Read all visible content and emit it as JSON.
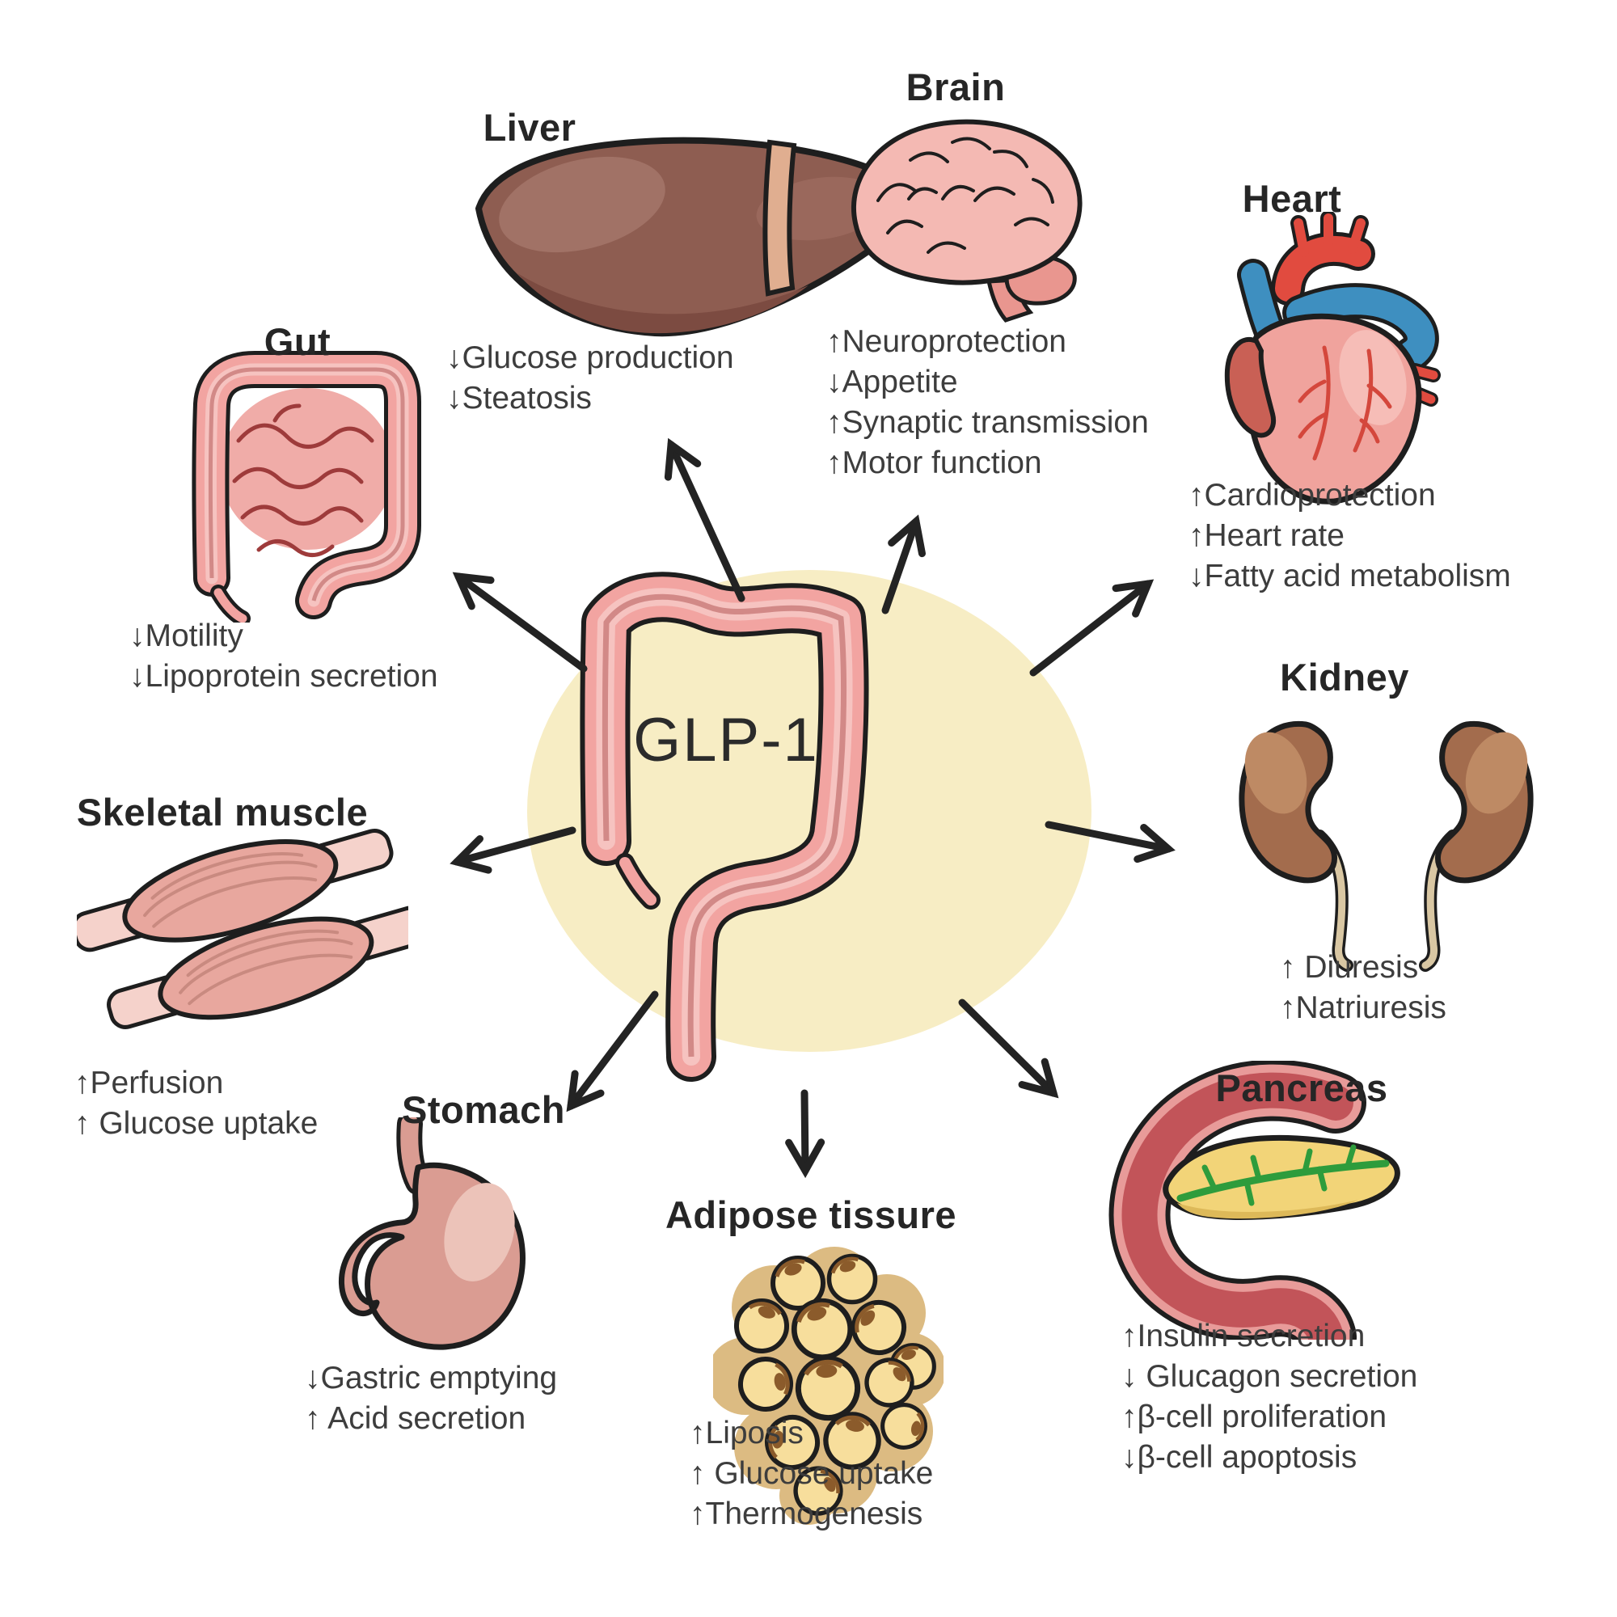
{
  "diagram": {
    "center_label": "GLP-1",
    "colors": {
      "halo": "#F7EDC4",
      "arrow": "#232323",
      "intestine_pink": "#F2A4A1",
      "title_text": "#262626",
      "body_text": "#3D3D3D"
    },
    "organs": [
      {
        "id": "liver",
        "title": "Liver",
        "effects": [
          "↓Glucose production",
          "↓Steatosis"
        ]
      },
      {
        "id": "brain",
        "title": "Brain",
        "effects": [
          "↑Neuroprotection",
          "↓Appetite",
          "↑Synaptic transmission",
          "↑Motor function"
        ]
      },
      {
        "id": "heart",
        "title": "Heart",
        "effects": [
          "↑Cardioprotection",
          "↑Heart rate",
          "↓Fatty acid metabolism"
        ]
      },
      {
        "id": "kidney",
        "title": "Kidney",
        "effects": [
          "↑ Diuresis",
          "↑Natriuresis"
        ]
      },
      {
        "id": "pancreas",
        "title": "Pancreas",
        "effects": [
          "↑Insulin secretion",
          "↓ Glucagon secretion",
          "↑β-cell proliferation",
          "↓β-cell apoptosis"
        ]
      },
      {
        "id": "adipose",
        "title": "Adipose tissure",
        "effects": [
          "↑Liposis",
          "↑ Glucose uptake",
          "↑Thermogenesis"
        ]
      },
      {
        "id": "stomach",
        "title": "Stomach",
        "effects": [
          "↓Gastric emptying",
          "↑ Acid secretion"
        ]
      },
      {
        "id": "muscle",
        "title": "Skeletal muscle",
        "effects": [
          "↑Perfusion",
          "↑ Glucose uptake"
        ]
      },
      {
        "id": "gut",
        "title": "Gut",
        "effects": [
          "↓Motility",
          "↓Lipoprotein secretion"
        ]
      }
    ]
  }
}
